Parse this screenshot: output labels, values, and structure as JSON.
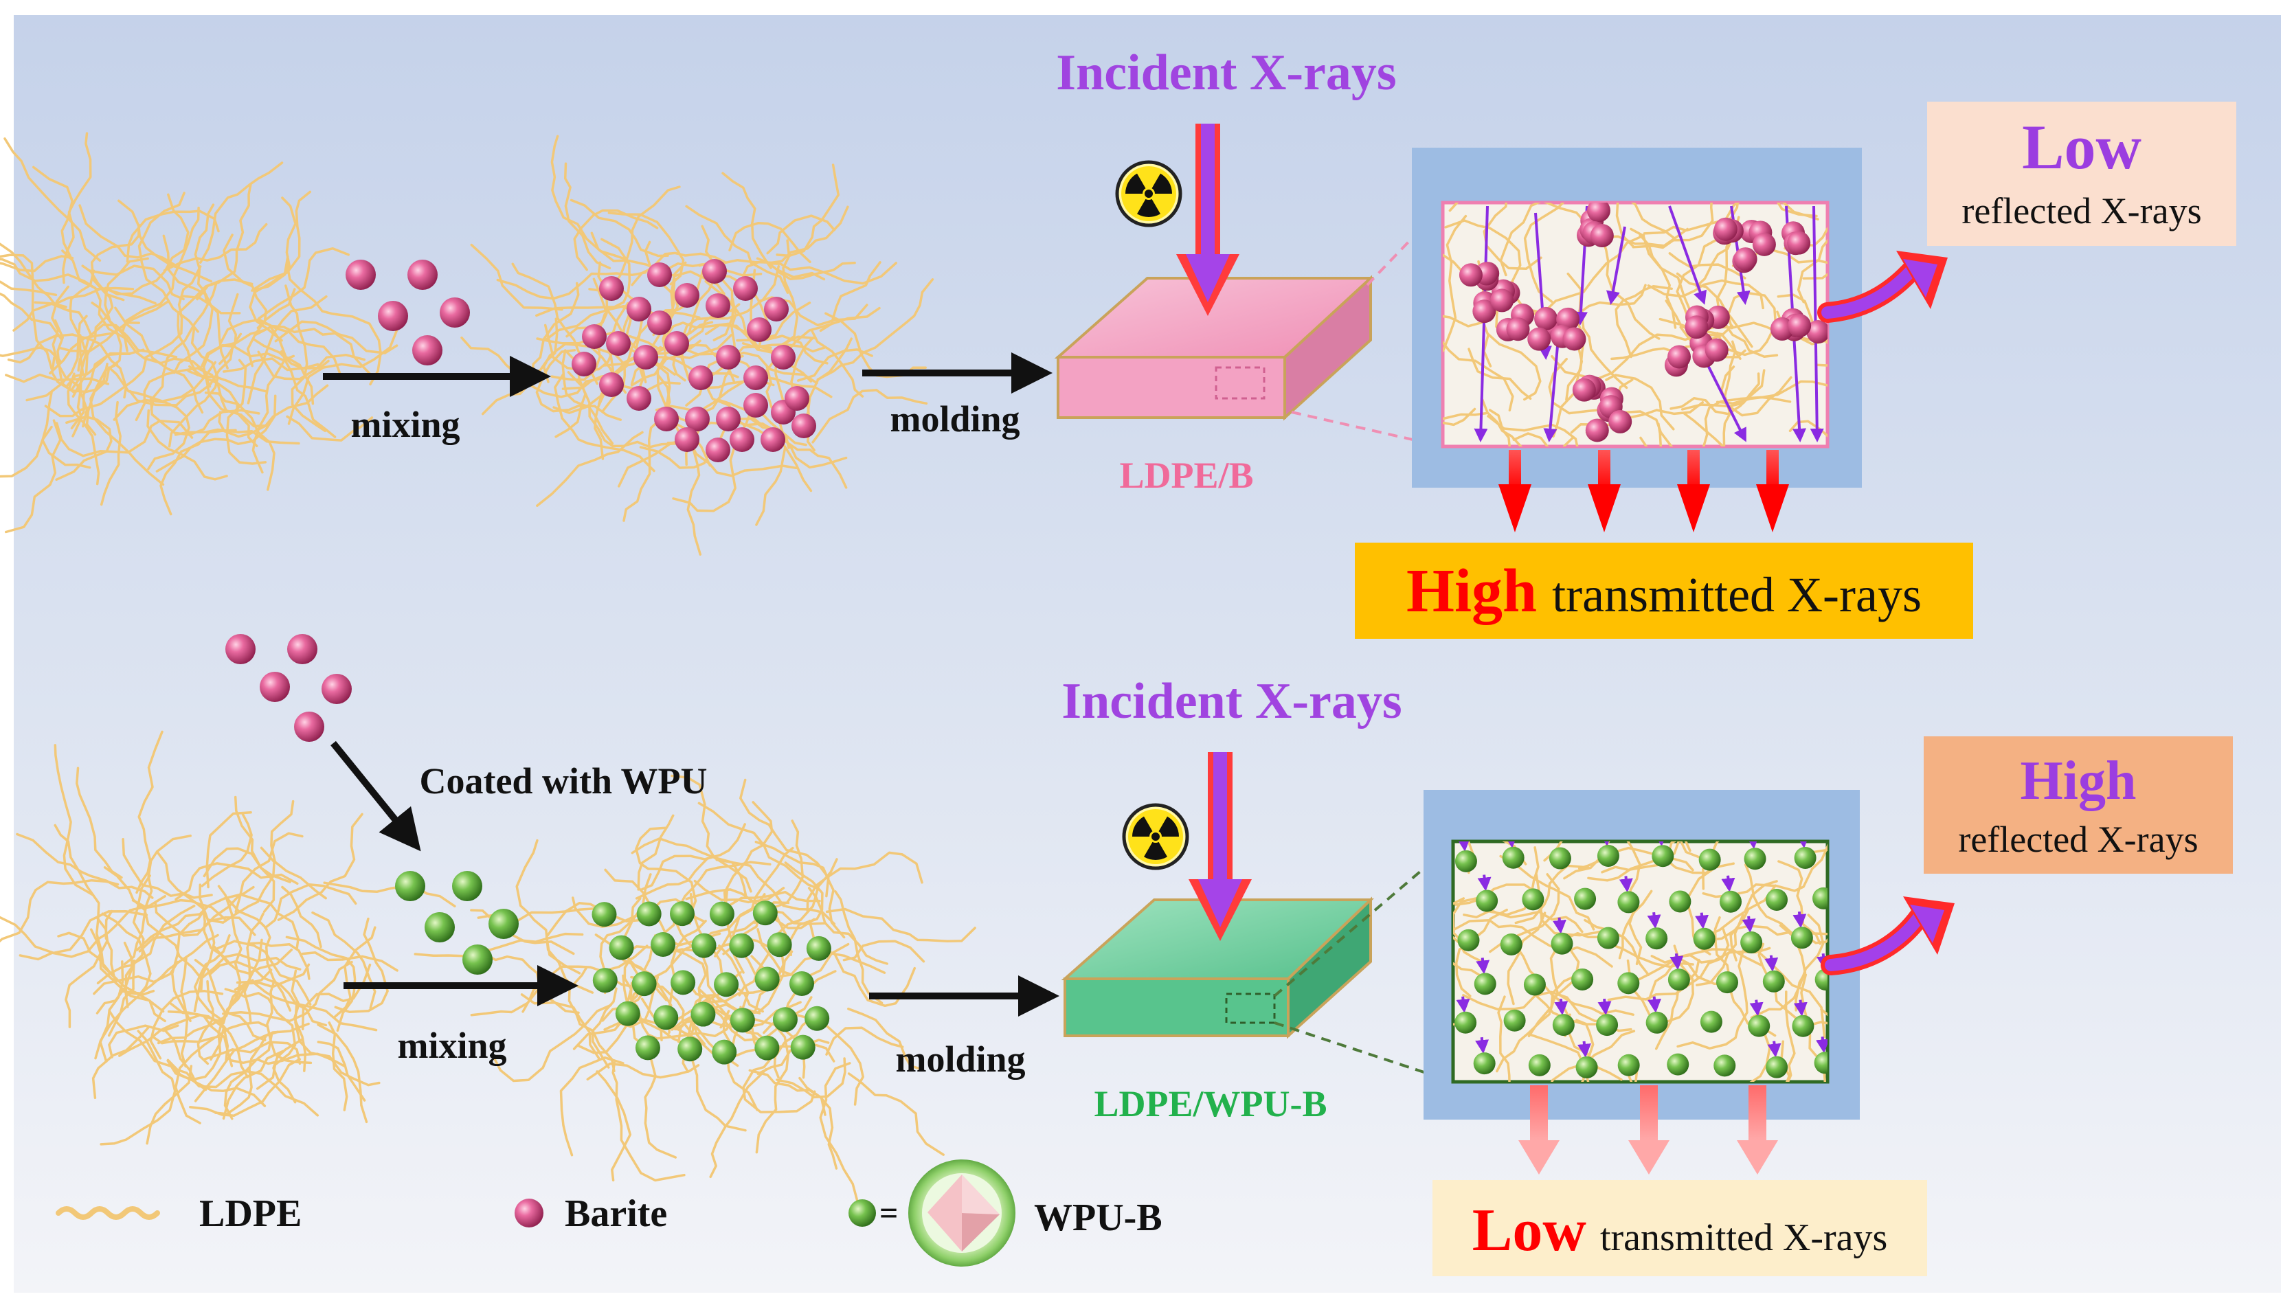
{
  "top_row": {
    "incident": "Incident X-rays",
    "mixing": "mixing",
    "molding": "molding",
    "block_label": "LDPE/B",
    "reflected_level": "Low",
    "reflected_text": "reflected X-rays",
    "transmitted_level": "High",
    "transmitted_text": "transmitted X-rays"
  },
  "bottom_row": {
    "coated": "Coated with WPU",
    "incident": "Incident X-rays",
    "mixing": "mixing",
    "molding": "molding",
    "block_label": "LDPE/WPU-B",
    "reflected_level": "High",
    "reflected_text": "reflected X-rays",
    "transmitted_level": "Low",
    "transmitted_text": "transmitted X-rays"
  },
  "legend": {
    "ldpe": "LDPE",
    "barite": "Barite",
    "wpu_eq": "=",
    "wpu_b": "WPU-B"
  },
  "colors": {
    "background_top": "#c6d3ea",
    "background_bottom": "#f1f3f8",
    "fiber": "#f2c878",
    "barite": "#d94f84",
    "wpu_particle": "#63b04a",
    "incident_text": "#a044e0",
    "ldpe_b_block": "#f1a1c1",
    "ldpe_wpu_block": "#5cc792",
    "ldpe_b_label": "#f06a9a",
    "ldpe_wpu_label": "#22b14c",
    "inset_frame": "#9dbce3",
    "high_box": "#ffc000",
    "low_box": "#fdeecb",
    "reflect_low_box": "#fbdfcf",
    "reflect_high_box": "#f4b183",
    "red_text": "#ff0000",
    "purple_text": "#9b3de0"
  }
}
